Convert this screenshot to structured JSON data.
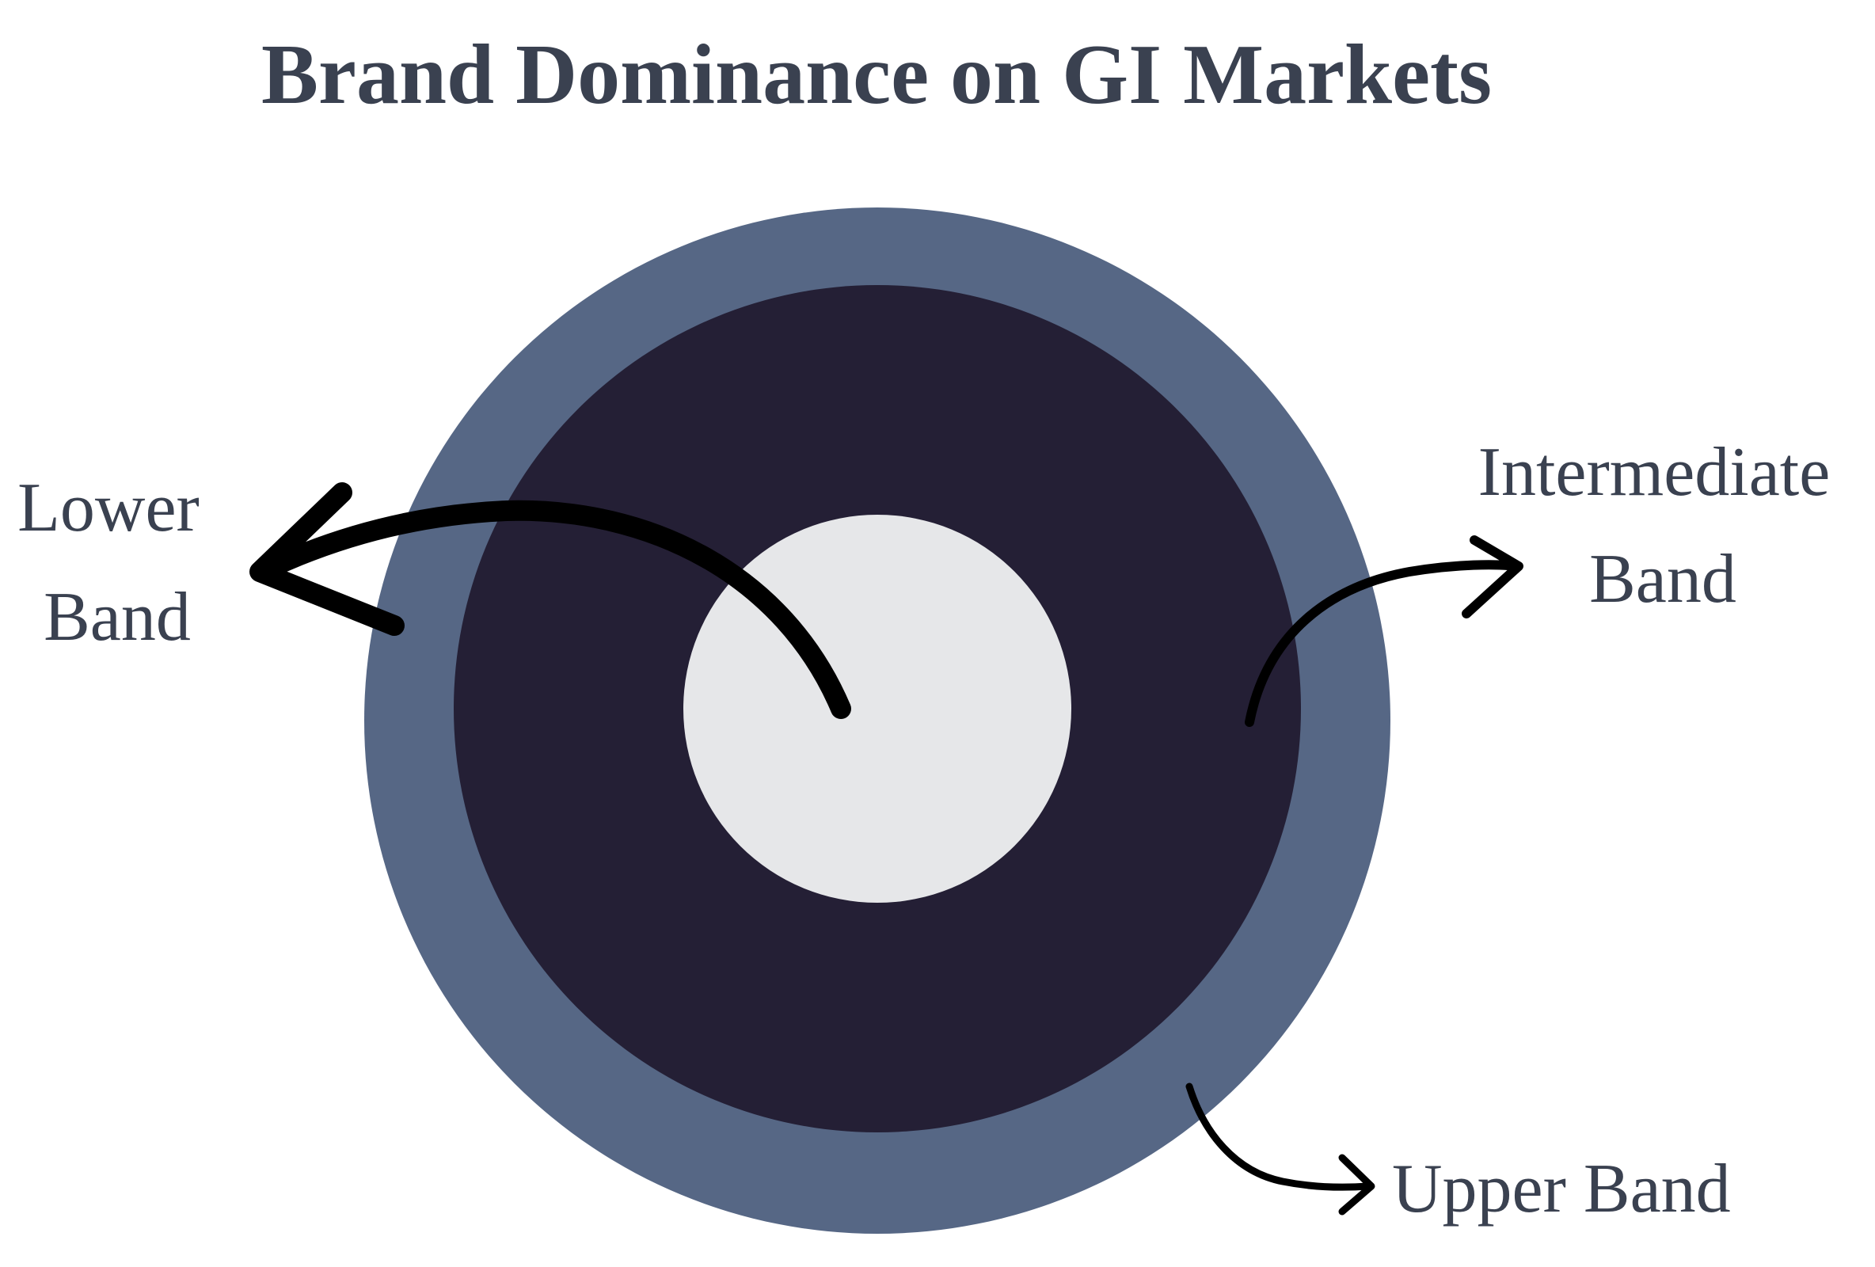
{
  "title": "Brand Dominance on GI Markets",
  "labels": {
    "lower": [
      "Lower",
      "Band"
    ],
    "intermediate": [
      "Intermediate",
      "Band"
    ],
    "upper": "Upper Band"
  },
  "colors": {
    "title": "#3a4150",
    "label": "#3a4150",
    "outer_ring": "#566785",
    "middle_ring": "#241f35",
    "inner_core": "#e6e7e9",
    "arrow": "#000000"
  }
}
